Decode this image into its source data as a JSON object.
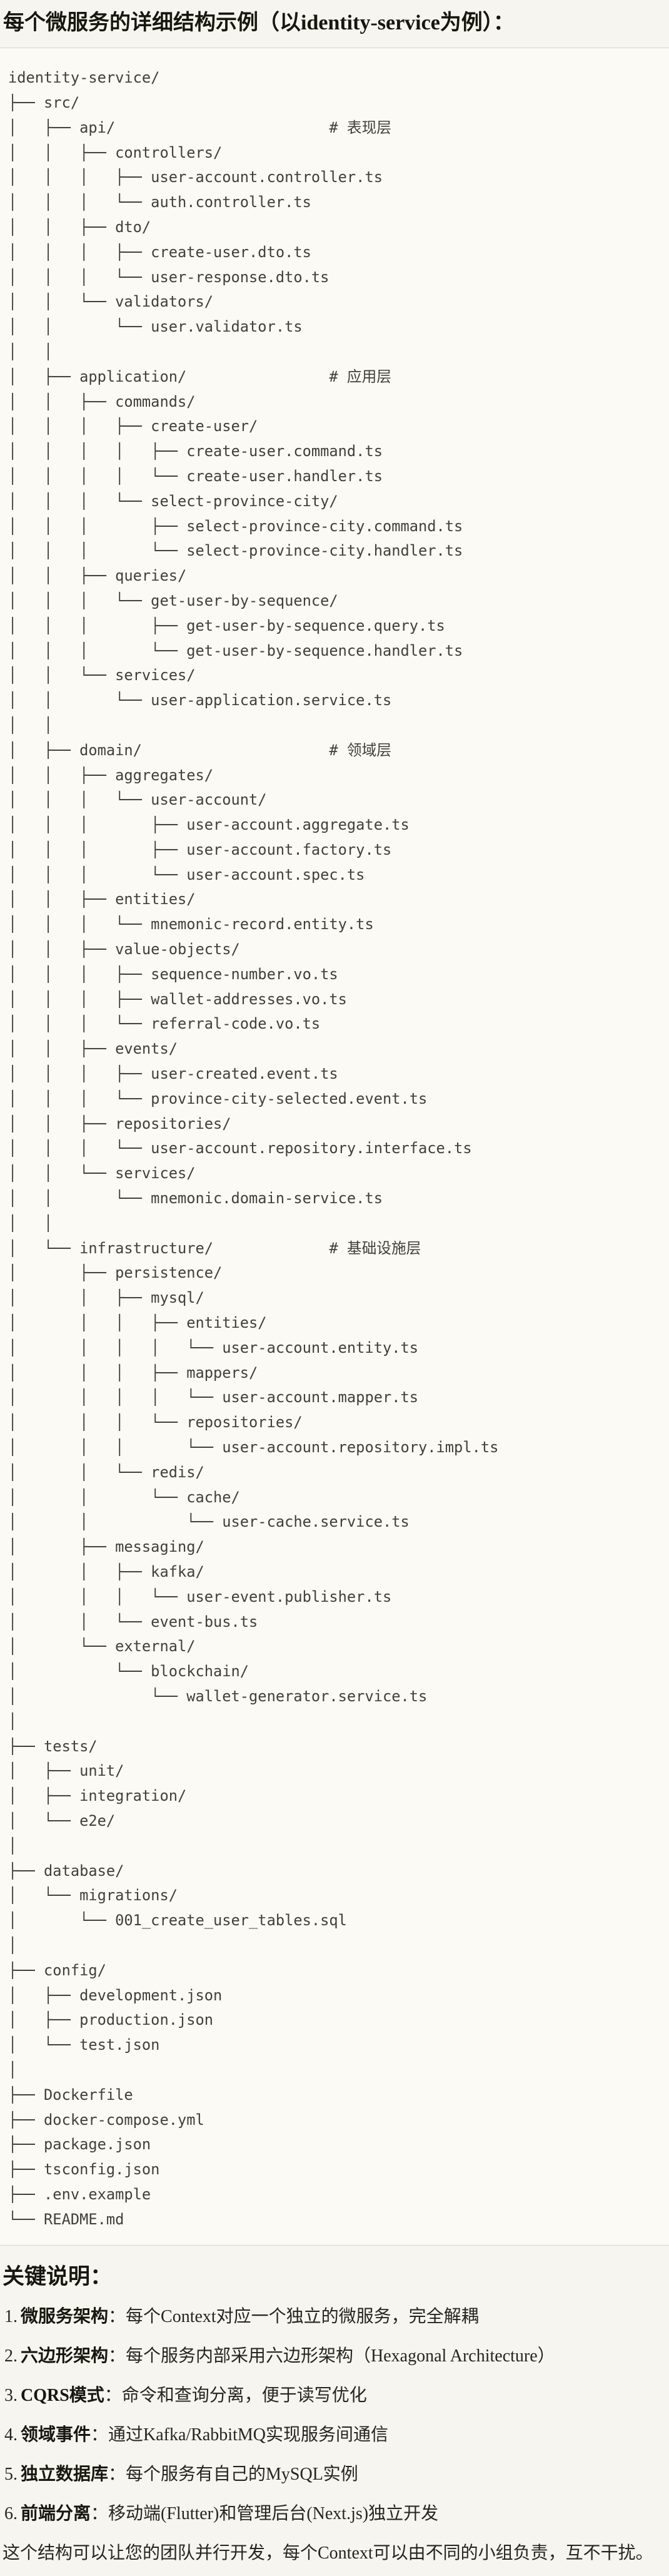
{
  "header": {
    "title": "每个微服务的详细结构示例（以identity-service为例）："
  },
  "code_block": {
    "lines": [
      "identity-service/",
      "├── src/",
      "│   ├── api/                        # 表现层",
      "│   │   ├── controllers/",
      "│   │   │   ├── user-account.controller.ts",
      "│   │   │   └── auth.controller.ts",
      "│   │   ├── dto/",
      "│   │   │   ├── create-user.dto.ts",
      "│   │   │   └── user-response.dto.ts",
      "│   │   └── validators/",
      "│   │       └── user.validator.ts",
      "│   │",
      "│   ├── application/                # 应用层",
      "│   │   ├── commands/",
      "│   │   │   ├── create-user/",
      "│   │   │   │   ├── create-user.command.ts",
      "│   │   │   │   └── create-user.handler.ts",
      "│   │   │   └── select-province-city/",
      "│   │   │       ├── select-province-city.command.ts",
      "│   │   │       └── select-province-city.handler.ts",
      "│   │   ├── queries/",
      "│   │   │   └── get-user-by-sequence/",
      "│   │   │       ├── get-user-by-sequence.query.ts",
      "│   │   │       └── get-user-by-sequence.handler.ts",
      "│   │   └── services/",
      "│   │       └── user-application.service.ts",
      "│   │",
      "│   ├── domain/                     # 领域层",
      "│   │   ├── aggregates/",
      "│   │   │   └── user-account/",
      "│   │   │       ├── user-account.aggregate.ts",
      "│   │   │       ├── user-account.factory.ts",
      "│   │   │       └── user-account.spec.ts",
      "│   │   ├── entities/",
      "│   │   │   └── mnemonic-record.entity.ts",
      "│   │   ├── value-objects/",
      "│   │   │   ├── sequence-number.vo.ts",
      "│   │   │   ├── wallet-addresses.vo.ts",
      "│   │   │   └── referral-code.vo.ts",
      "│   │   ├── events/",
      "│   │   │   ├── user-created.event.ts",
      "│   │   │   └── province-city-selected.event.ts",
      "│   │   ├── repositories/",
      "│   │   │   └── user-account.repository.interface.ts",
      "│   │   └── services/",
      "│   │       └── mnemonic.domain-service.ts",
      "│   │",
      "│   └── infrastructure/             # 基础设施层",
      "│       ├── persistence/",
      "│       │   ├── mysql/",
      "│       │   │   ├── entities/",
      "│       │   │   │   └── user-account.entity.ts",
      "│       │   │   ├── mappers/",
      "│       │   │   │   └── user-account.mapper.ts",
      "│       │   │   └── repositories/",
      "│       │   │       └── user-account.repository.impl.ts",
      "│       │   └── redis/",
      "│       │       └── cache/",
      "│       │           └── user-cache.service.ts",
      "│       ├── messaging/",
      "│       │   ├── kafka/",
      "│       │   │   └── user-event.publisher.ts",
      "│       │   └── event-bus.ts",
      "│       └── external/",
      "│           └── blockchain/",
      "│               └── wallet-generator.service.ts",
      "│",
      "├── tests/",
      "│   ├── unit/",
      "│   ├── integration/",
      "│   └── e2e/",
      "│",
      "├── database/",
      "│   └── migrations/",
      "│       └── 001_create_user_tables.sql",
      "│",
      "├── config/",
      "│   ├── development.json",
      "│   ├── production.json",
      "│   └── test.json",
      "│",
      "├── Dockerfile",
      "├── docker-compose.yml",
      "├── package.json",
      "├── tsconfig.json",
      "├── .env.example",
      "└── README.md"
    ]
  },
  "notes": {
    "heading": "关键说明：",
    "items": [
      {
        "num": "1.",
        "term": "微服务架构",
        "desc": "：每个Context对应一个独立的微服务，完全解耦"
      },
      {
        "num": "2.",
        "term": "六边形架构",
        "desc": "：每个服务内部采用六边形架构（Hexagonal Architecture）"
      },
      {
        "num": "3.",
        "term": "CQRS模式",
        "desc": "：命令和查询分离，便于读写优化"
      },
      {
        "num": "4.",
        "term": "领域事件",
        "desc": "：通过Kafka/RabbitMQ实现服务间通信"
      },
      {
        "num": "5.",
        "term": "独立数据库",
        "desc": "：每个服务有自己的MySQL实例"
      },
      {
        "num": "6.",
        "term": "前端分离",
        "desc": "：移动端(Flutter)和管理后台(Next.js)独立开发"
      }
    ],
    "footer": "这个结构可以让您的团队并行开发，每个Context可以由不同的小组负责，互不干扰。"
  },
  "colors": {
    "page_background": "#f7f5ef",
    "code_background": "#fbfaf5",
    "code_border": "#d9d6cb",
    "code_text": "#41403a",
    "heading_text": "#17160f",
    "body_text": "#26251f"
  }
}
